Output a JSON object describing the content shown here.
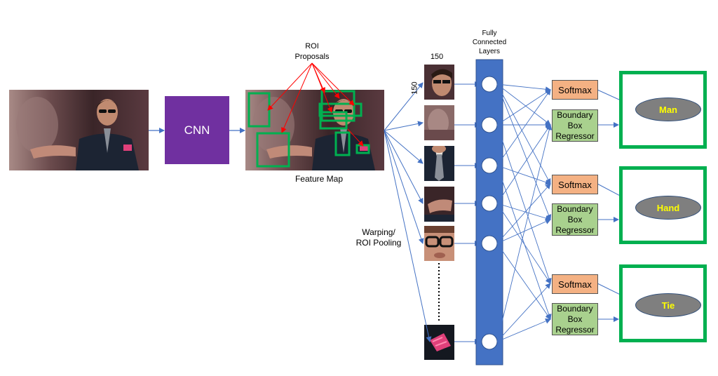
{
  "cnn_label": "CNN",
  "roi_label": "ROI\nProposals",
  "feature_map_label": "Feature Map",
  "warp_label": "Warping/\nROI Pooling",
  "dim_top": "150",
  "dim_side": "150",
  "fc_label": "Fully\nConnected\nLayers",
  "heads": [
    {
      "softmax": "Softmax",
      "regressor": "Boundary\nBox\nRegressor",
      "output": "Man"
    },
    {
      "softmax": "Softmax",
      "regressor": "Boundary\nBox\nRegressor",
      "output": "Hand"
    },
    {
      "softmax": "Softmax",
      "regressor": "Boundary\nBox\nRegressor",
      "output": "Tie"
    }
  ],
  "colors": {
    "arrow_blue": "#4472c4",
    "fc_blue": "#4472c4",
    "cnn_purple": "#7030a0",
    "proposal_green": "#00b050",
    "proposal_arrow_red": "#ff0000",
    "softmax_orange": "#f4b183",
    "regressor_green": "#a9d18e",
    "output_text_yellow": "#ffff00"
  }
}
